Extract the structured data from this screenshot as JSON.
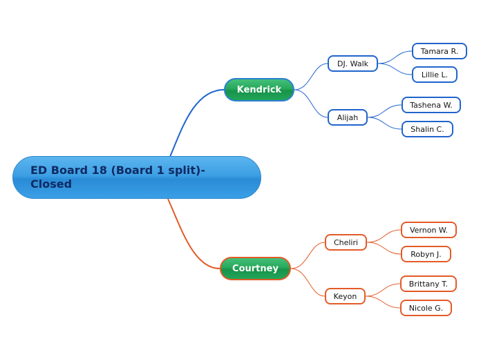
{
  "root": {
    "label": "ED Board 18 (Board 1 split)-Closed",
    "color": "#3d9fe4"
  },
  "branches": [
    {
      "label": "Kendrick",
      "color": "#1f64cc",
      "children": [
        {
          "label": "DJ. Walk",
          "children": [
            "Tamara R.",
            "Lillie L."
          ]
        },
        {
          "label": "Alijah",
          "children": [
            "Tashena W.",
            "Shalin C."
          ]
        }
      ]
    },
    {
      "label": "Courtney",
      "color": "#e35a26",
      "children": [
        {
          "label": "Cheliri",
          "children": [
            "Vernon W.",
            "Robyn J."
          ]
        },
        {
          "label": "Keyon",
          "children": [
            "Brittany T.",
            "Nicole G."
          ]
        }
      ]
    }
  ]
}
